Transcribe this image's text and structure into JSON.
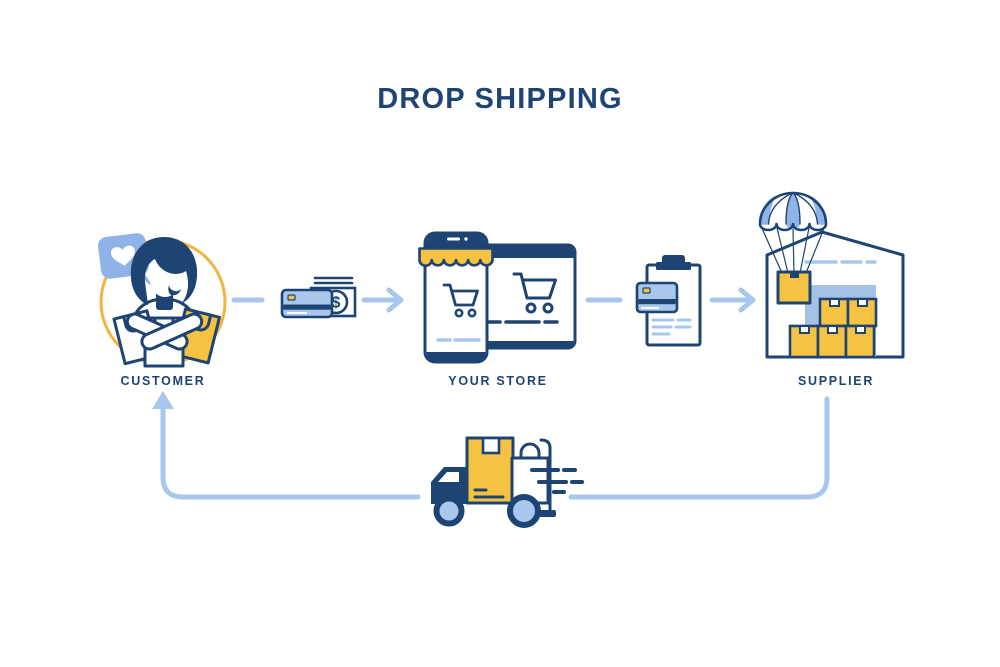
{
  "title": "DROP SHIPPING",
  "nodes": {
    "customer": {
      "label": "CUSTOMER"
    },
    "store": {
      "label": "YOUR STORE"
    },
    "supplier": {
      "label": "SUPPLIER"
    }
  },
  "payment": {
    "currency_symbol": "$"
  },
  "icons": {
    "heart_bubble": "heart-in-speech-bubble-icon",
    "payment": "credit-card-and-cash-icon",
    "store": "storefront-phone-and-browser-icon",
    "order": "clipboard-with-credit-card-icon",
    "supplier": "warehouse-with-parachute-delivery-icon",
    "delivery": "delivery-truck-with-package-icon",
    "flow": "light-blue-flow-arrows"
  },
  "colors": {
    "navy": "#1d4473",
    "yellow": "#f6c242",
    "yellow_ring": "#f2b43d",
    "light_blue": "#a9c6ec",
    "periwinkle": "#8fb3e8",
    "door_blue": "#a4c1e6",
    "background": "#ffffff"
  }
}
